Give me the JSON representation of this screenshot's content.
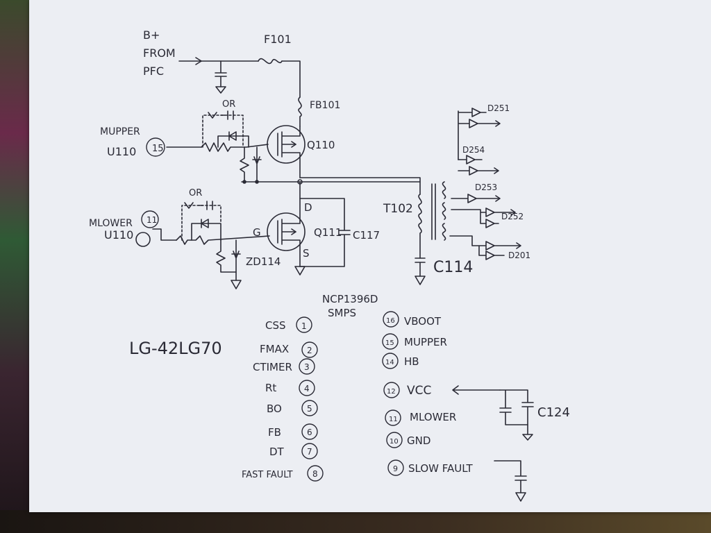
{
  "labels": {
    "bplus": "B+",
    "from": "FROM",
    "pfc": "PFC",
    "fuse": "F101",
    "ferrite": "FB101",
    "or_top": "OR",
    "mupper": "MUPPER",
    "u110_top": "U110",
    "pin15": "15",
    "q110": "Q110",
    "or_bottom": "OR",
    "mlower": "MLOWER",
    "u110_bottom": "U110",
    "pin11": "11",
    "gate": "G",
    "drain": "D",
    "source": "S",
    "q111": "Q111",
    "c117": "C117",
    "zd114": "ZD114",
    "t102": "T102",
    "c114": "C114",
    "d251": "D251",
    "d254": "D254",
    "d253": "D253",
    "d252": "D252",
    "d201": "D201",
    "chip_line1": "NCP1396D",
    "chip_line2": "SMPS",
    "model": "LG-42LG70",
    "c124": "C124"
  },
  "pins_left": [
    {
      "name": "CSS",
      "num": "1"
    },
    {
      "name": "FMAX",
      "num": "2"
    },
    {
      "name": "CTIMER",
      "num": "3"
    },
    {
      "name": "Rt",
      "num": "4"
    },
    {
      "name": "BO",
      "num": "5"
    },
    {
      "name": "FB",
      "num": "6"
    },
    {
      "name": "DT",
      "num": "7"
    },
    {
      "name": "FAST FAULT",
      "num": "8"
    }
  ],
  "pins_right": [
    {
      "num": "16",
      "name": "VBOOT"
    },
    {
      "num": "15",
      "name": "MUPPER"
    },
    {
      "num": "14",
      "name": "HB"
    },
    {
      "num": "12",
      "name": "VCC"
    },
    {
      "num": "11",
      "name": "MLOWER"
    },
    {
      "num": "10",
      "name": "GND"
    },
    {
      "num": "9",
      "name": "SLOW FAULT"
    }
  ]
}
